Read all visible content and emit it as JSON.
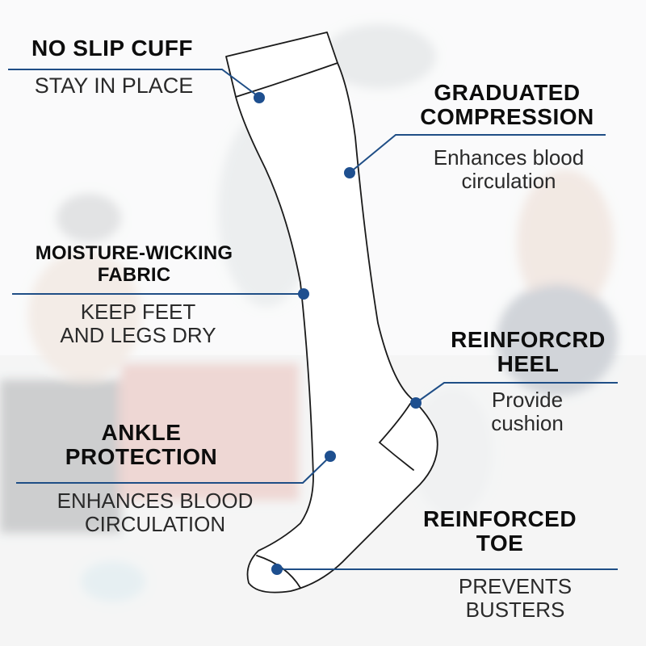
{
  "colors": {
    "accent_line": "#1f4e86",
    "dot": "#1e4f8f",
    "sock_outline": "#1a1a1a",
    "text": "#111111"
  },
  "features": {
    "cuff": {
      "title": "NO SLIP CUFF",
      "sub": "STAY IN PLACE"
    },
    "graduated": {
      "title": [
        "GRADUATED",
        "COMPRESSION"
      ],
      "sub": [
        "Enhances blood",
        "circulation"
      ]
    },
    "moisture": {
      "title": [
        "MOISTURE-WICKING",
        "FABRIC"
      ],
      "sub": [
        "KEEP FEET",
        "AND LEGS DRY"
      ]
    },
    "heel": {
      "title": [
        "REINFORCRD",
        "HEEL"
      ],
      "sub": [
        "Provide",
        "cushion"
      ]
    },
    "ankle": {
      "title": [
        "ANKLE",
        "PROTECTION"
      ],
      "sub": [
        "ENHANCES BLOOD",
        "CIRCULATION"
      ]
    },
    "toe": {
      "title": [
        "REINFORCED",
        "TOE"
      ],
      "sub": [
        "PREVENTS",
        "BUSTERS"
      ]
    }
  }
}
